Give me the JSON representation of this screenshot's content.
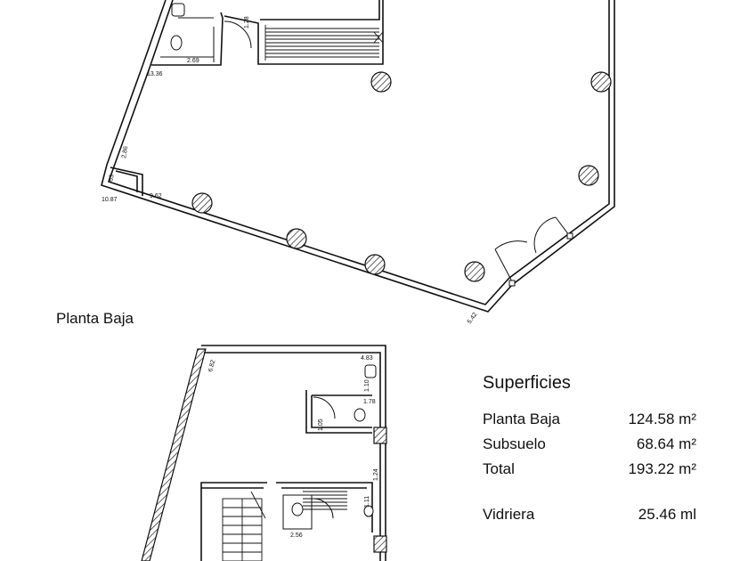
{
  "labels": {
    "floor_label": "Planta Baja"
  },
  "areas": {
    "title": "Superficies",
    "rows": [
      {
        "name": "Planta Baja",
        "value": "124.58 m²"
      },
      {
        "name": "Subsuelo",
        "value": "68.64 m²"
      },
      {
        "name": "Total",
        "value": "193.22 m²"
      },
      {
        "name": "Vidriera",
        "value": "25.46 ml"
      }
    ]
  },
  "dimensions": {
    "d1": "1.28",
    "d2": "2.69",
    "d3": "13.36",
    "d4": "2.86",
    "d5": ".63",
    "d6": "9.62",
    "d7": "10.87",
    "d8": "5.42",
    "d9": "6.82",
    "d10": "4.83",
    "d11": "1.10",
    "d12": "1.78",
    "d13": "1.05",
    "d14": "1.24",
    "d15": "1.11",
    "d16": "2.56"
  }
}
